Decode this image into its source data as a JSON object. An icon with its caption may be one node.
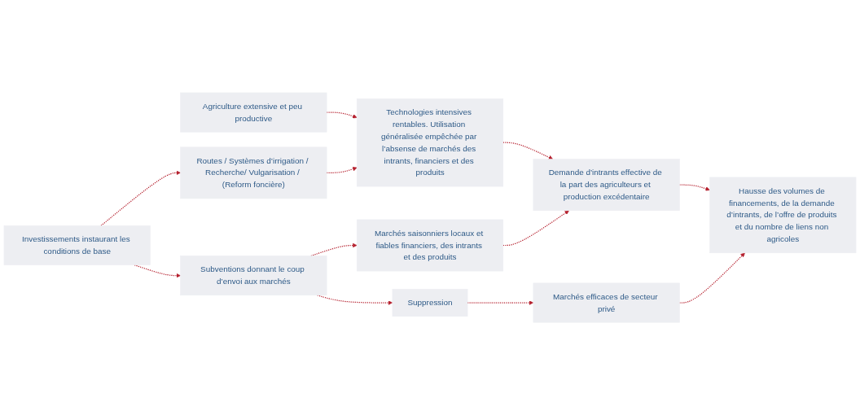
{
  "diagram": {
    "nodes": [
      {
        "text": [
          "Agriculture extensive et peu productive"
        ]
      },
      {
        "text": [
          "Investissements instaurant les conditions de base"
        ]
      },
      {
        "text": [
          "Routes / Systèmes d’irrigation / Recherche/ Vulgarisation / (Reform foncière)"
        ]
      },
      {
        "text": [
          "Technologies intensives rentables. Utilisation généralisée empêchée par l’absense de marchés des intrants, financiers et des produits"
        ]
      },
      {
        "text": [
          "Subventions donnant le coup d’envoi aux marchés"
        ]
      },
      {
        "text": [
          "Marchés saisonniers locaux et fiables financiers, des intrants et des produits"
        ]
      },
      {
        "text": [
          "Demande d’intrants effective de la part des agriculteurs et production excédentaire"
        ]
      },
      {
        "text": [
          "Suppression"
        ]
      },
      {
        "text": [
          "Marchés efficaces de secteur privé"
        ]
      },
      {
        "text": [
          "Hausse des volumes de financements, de la demande d’intrants, de l’offre de produits et du nombre de liens non agricoles"
        ]
      }
    ],
    "edges": [
      {
        "from": 0,
        "to": 3,
        "arrow": "to",
        "style": "dashed"
      },
      {
        "from": 1,
        "to": 2,
        "arrow": "to",
        "style": "dashed"
      },
      {
        "from": 2,
        "to": 3,
        "arrow": "to",
        "style": "dashed"
      },
      {
        "from": 1,
        "to": 4,
        "arrow": "to",
        "style": "dashed"
      },
      {
        "from": 3,
        "to": 6,
        "arrow": "to",
        "style": "dashed"
      },
      {
        "from": 4,
        "to": 5,
        "arrow": "to",
        "style": "dashed"
      },
      {
        "from": 5,
        "to": 6,
        "arrow": "to",
        "style": "dashed"
      },
      {
        "from": 4,
        "to": 7,
        "arrow": "to",
        "style": "dashed"
      },
      {
        "from": 6,
        "to": 9,
        "arrow": "to",
        "style": "dashed"
      },
      {
        "from": 7,
        "to": 8,
        "arrow": "to",
        "style": "dashed"
      },
      {
        "from": 8,
        "to": 9,
        "arrow": "to",
        "style": "dashed"
      }
    ]
  }
}
